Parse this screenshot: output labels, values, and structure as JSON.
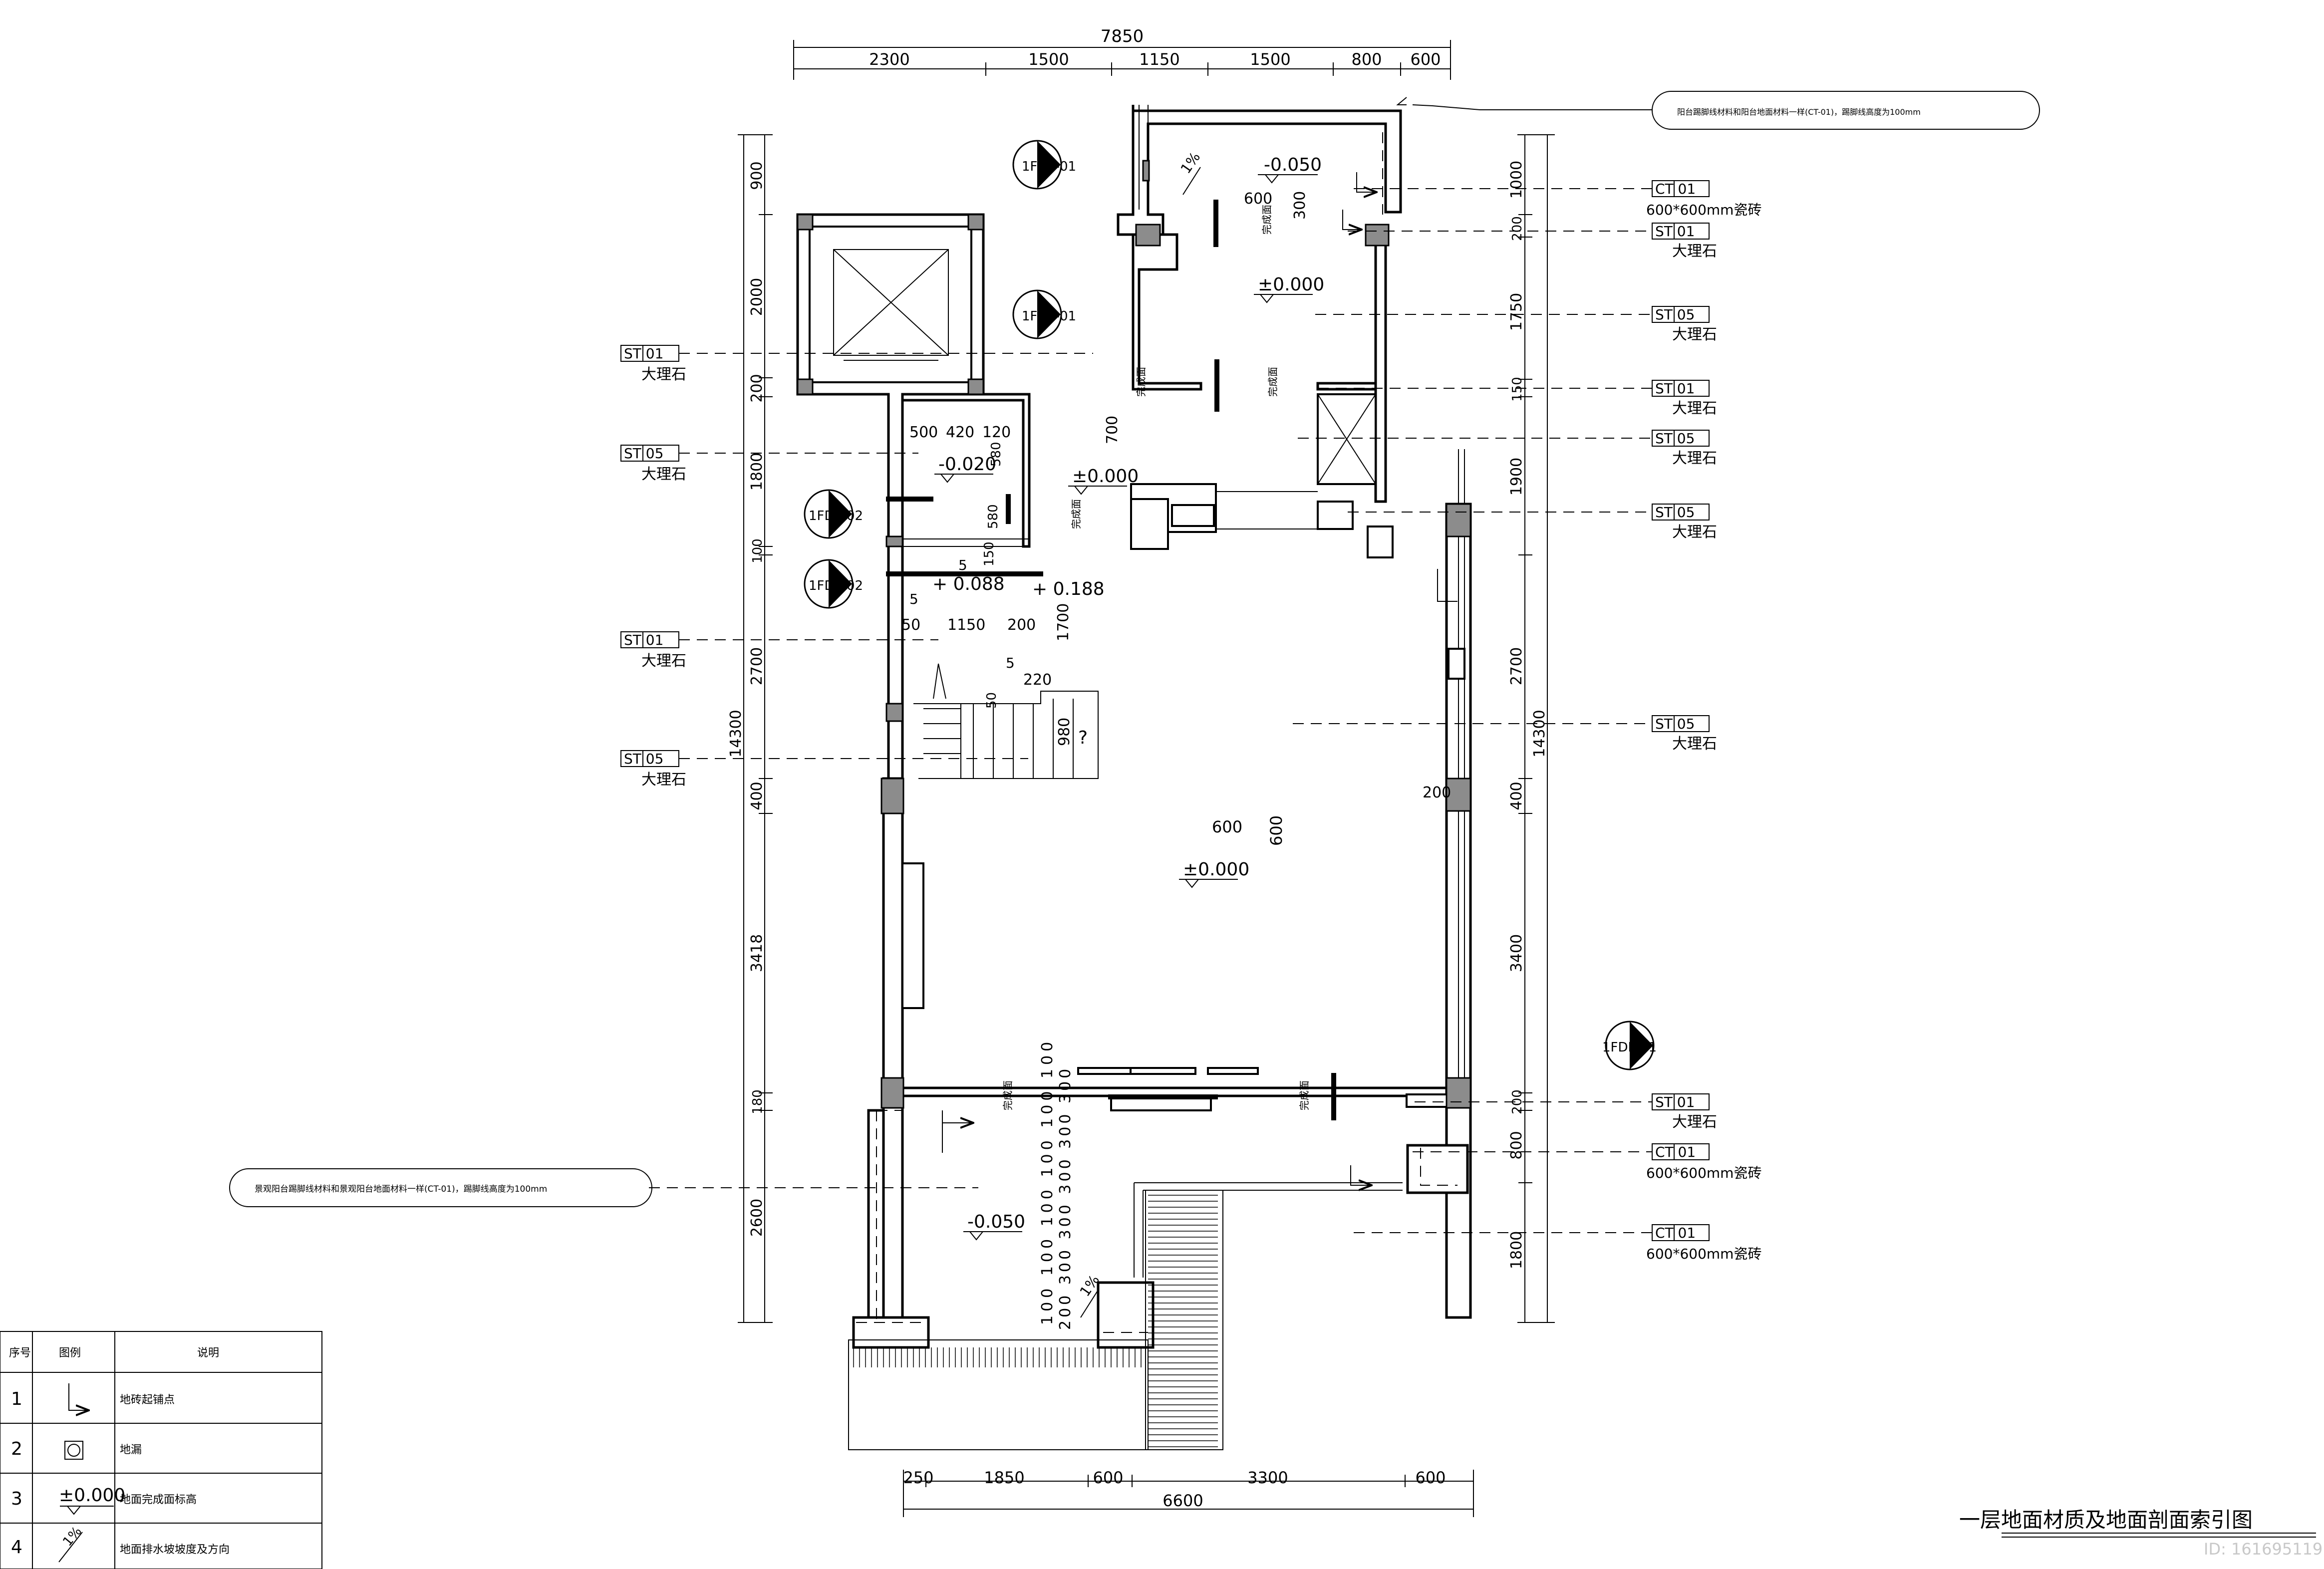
{
  "title": "一层地面材质及地面剖面索引图",
  "watermark": "ID: 161695119",
  "dims": {
    "top_total": "7850",
    "top": [
      "2300",
      "1500",
      "1150",
      "1500",
      "800",
      "600"
    ],
    "bottom_total": "6600",
    "bottom": [
      "250",
      "1850",
      "600",
      "3300",
      "600"
    ],
    "left_total": "14300",
    "left": [
      "900",
      "2000",
      "200",
      "1800",
      "100",
      "2700",
      "400",
      "3418",
      "180",
      "2600"
    ],
    "right_total": "14300",
    "right": [
      "1000",
      "200",
      "1750",
      "150",
      "1900",
      "2700",
      "400",
      "3400",
      "200",
      "800",
      "1800"
    ]
  },
  "levels": {
    "balcony_top": "-0.050",
    "kitchen": "±0.000",
    "wc": "-0.020",
    "hall": "±0.000",
    "stair_a": "+ 0.088",
    "stair_b": "+ 0.188",
    "living": "±0.000",
    "balcony_bottom": "-0.050"
  },
  "inner_dims": {
    "d600_top": "600",
    "d300_top": "300",
    "d500": "500",
    "d420": "420",
    "d120": "120",
    "d580a": "580",
    "d580b": "580",
    "d700": "700",
    "d150": "150",
    "d5a": "5",
    "d5b": "5",
    "d5c": "5",
    "d50a": "50",
    "d1150": "1150",
    "d200a": "200",
    "d1700": "1700",
    "d50b": "50",
    "d220": "220",
    "d980": "980",
    "q": "?",
    "grid_w": "600",
    "grid_h": "600",
    "d200b": "200",
    "stack1": "100 100 100 100 100 100",
    "stack2": "200 300 300 300 300 300"
  },
  "slopes": [
    "1%",
    "1%"
  ],
  "section_refs": [
    "1FDP-01",
    "1FDP-01",
    "1FDP-02",
    "1FDP-02",
    "1FDP-01"
  ],
  "material_tags_left": [
    {
      "code": "ST 01",
      "name": "大理石"
    },
    {
      "code": "ST 05",
      "name": "大理石"
    },
    {
      "code": "ST 01",
      "name": "大理石"
    },
    {
      "code": "ST 05",
      "name": "大理石"
    }
  ],
  "material_tags_right": [
    {
      "code": "CT 01",
      "name": "600*600mm瓷砖"
    },
    {
      "code": "ST 01",
      "name": "大理石"
    },
    {
      "code": "ST 05",
      "name": "大理石"
    },
    {
      "code": "ST 01",
      "name": "大理石"
    },
    {
      "code": "ST 05",
      "name": "大理石"
    },
    {
      "code": "ST 05",
      "name": "大理石"
    },
    {
      "code": "ST 05",
      "name": "大理石"
    },
    {
      "code": "ST 01",
      "name": "大理石"
    },
    {
      "code": "CT 01",
      "name": "600*600mm瓷砖"
    },
    {
      "code": "CT 01",
      "name": "600*600mm瓷砖"
    }
  ],
  "notes": {
    "top": "阳台踢脚线材料和阳台地面材料一样(CT-01)，踢脚线高度为100mm",
    "left": "景观阳台踢脚线材料和景观阳台地面材料一样(CT-01)，踢脚线高度为100mm"
  },
  "small_labels": [
    "完成面",
    "完成面",
    "完成面",
    "完成面",
    "完成面",
    "完成面"
  ],
  "legend": {
    "headers": [
      "序号",
      "图例",
      "说明"
    ],
    "rows": [
      {
        "no": "1",
        "symbol": "",
        "desc": "地砖起铺点"
      },
      {
        "no": "2",
        "symbol": "",
        "desc": "地漏"
      },
      {
        "no": "3",
        "symbol": "±0.000",
        "desc": "地面完成面标高"
      },
      {
        "no": "4",
        "symbol": "1%",
        "desc": "地面排水坡坡度及方向"
      }
    ]
  }
}
